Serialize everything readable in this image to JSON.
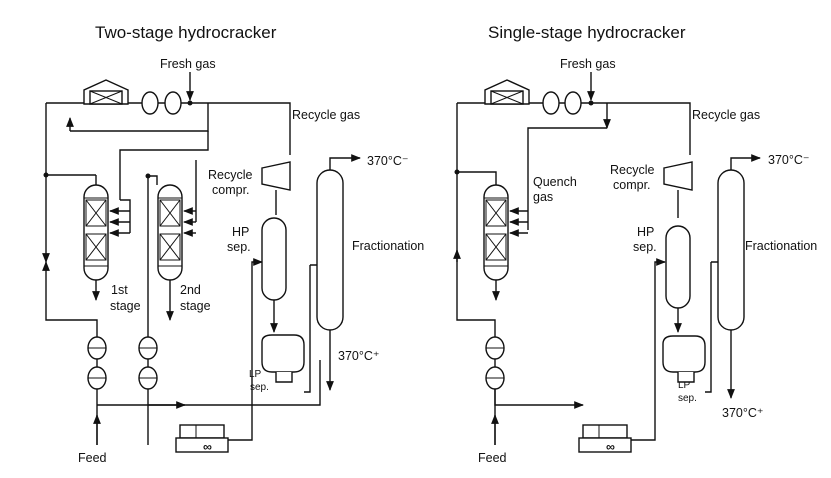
{
  "left": {
    "title": "Two-stage hydrocracker",
    "fresh_gas": "Fresh gas",
    "recycle_gas": "Recycle gas",
    "recycle_compr_1": "Recycle",
    "recycle_compr_2": "compr.",
    "hp_sep_1": "HP",
    "hp_sep_2": "sep.",
    "product_light": "370°C⁻",
    "fractionation": "Fractionation",
    "stage1_1": "1st",
    "stage1_2": "stage",
    "stage2_1": "2nd",
    "stage2_2": "stage",
    "product_heavy": "370°C⁺",
    "lp_sep_1": "LP",
    "lp_sep_2": "sep.",
    "feed": "Feed",
    "pump_symbol": "∞"
  },
  "right": {
    "title": "Single-stage hydrocracker",
    "fresh_gas": "Fresh gas",
    "recycle_gas": "Recycle gas",
    "quench_1": "Quench",
    "quench_2": "gas",
    "recycle_compr_1": "Recycle",
    "recycle_compr_2": "compr.",
    "product_light": "370°C⁻",
    "hp_sep_1": "HP",
    "hp_sep_2": "sep.",
    "fractionation": "Fractionation",
    "lp_sep_1": "LP",
    "lp_sep_2": "sep.",
    "product_heavy": "370°C⁺",
    "feed": "Feed",
    "pump_symbol": "∞"
  }
}
